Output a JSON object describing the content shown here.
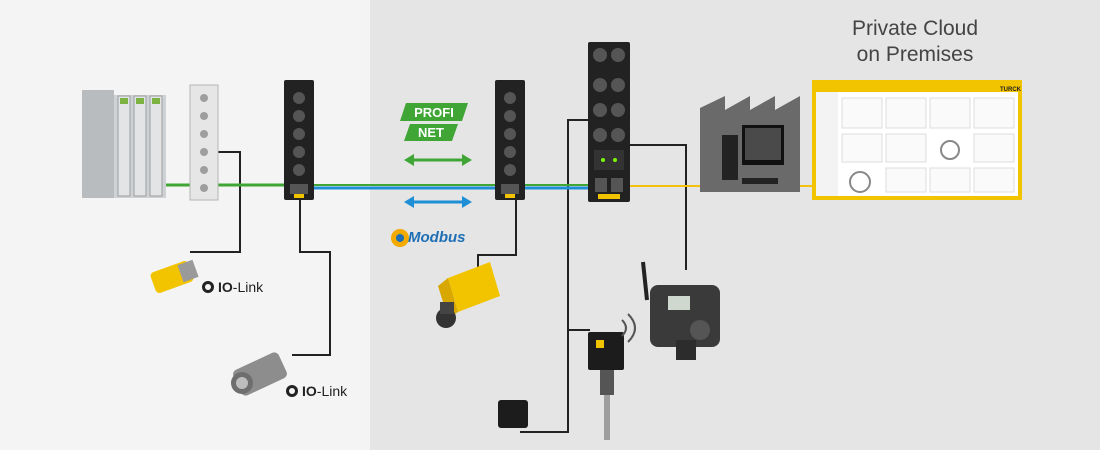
{
  "title": {
    "line1": "Private Cloud",
    "line2": "on Premises"
  },
  "labels": {
    "iolink_io": "IO",
    "iolink_link": "-Link",
    "modbus": "Modbus",
    "profinet_line1": "PROFI",
    "profinet_line2": "NET",
    "dashboard_brand": "TURCK"
  },
  "colors": {
    "profinet_green": "#3fa535",
    "modbus_blue": "#1e8fd6",
    "cloud_yellow": "#f4c20d",
    "field_wire": "#222222",
    "turck_yellow": "#f2c400"
  },
  "icons": [
    "iolink-icon",
    "modbus-icon",
    "profinet-logo",
    "wireless-icon",
    "factory-icon"
  ]
}
